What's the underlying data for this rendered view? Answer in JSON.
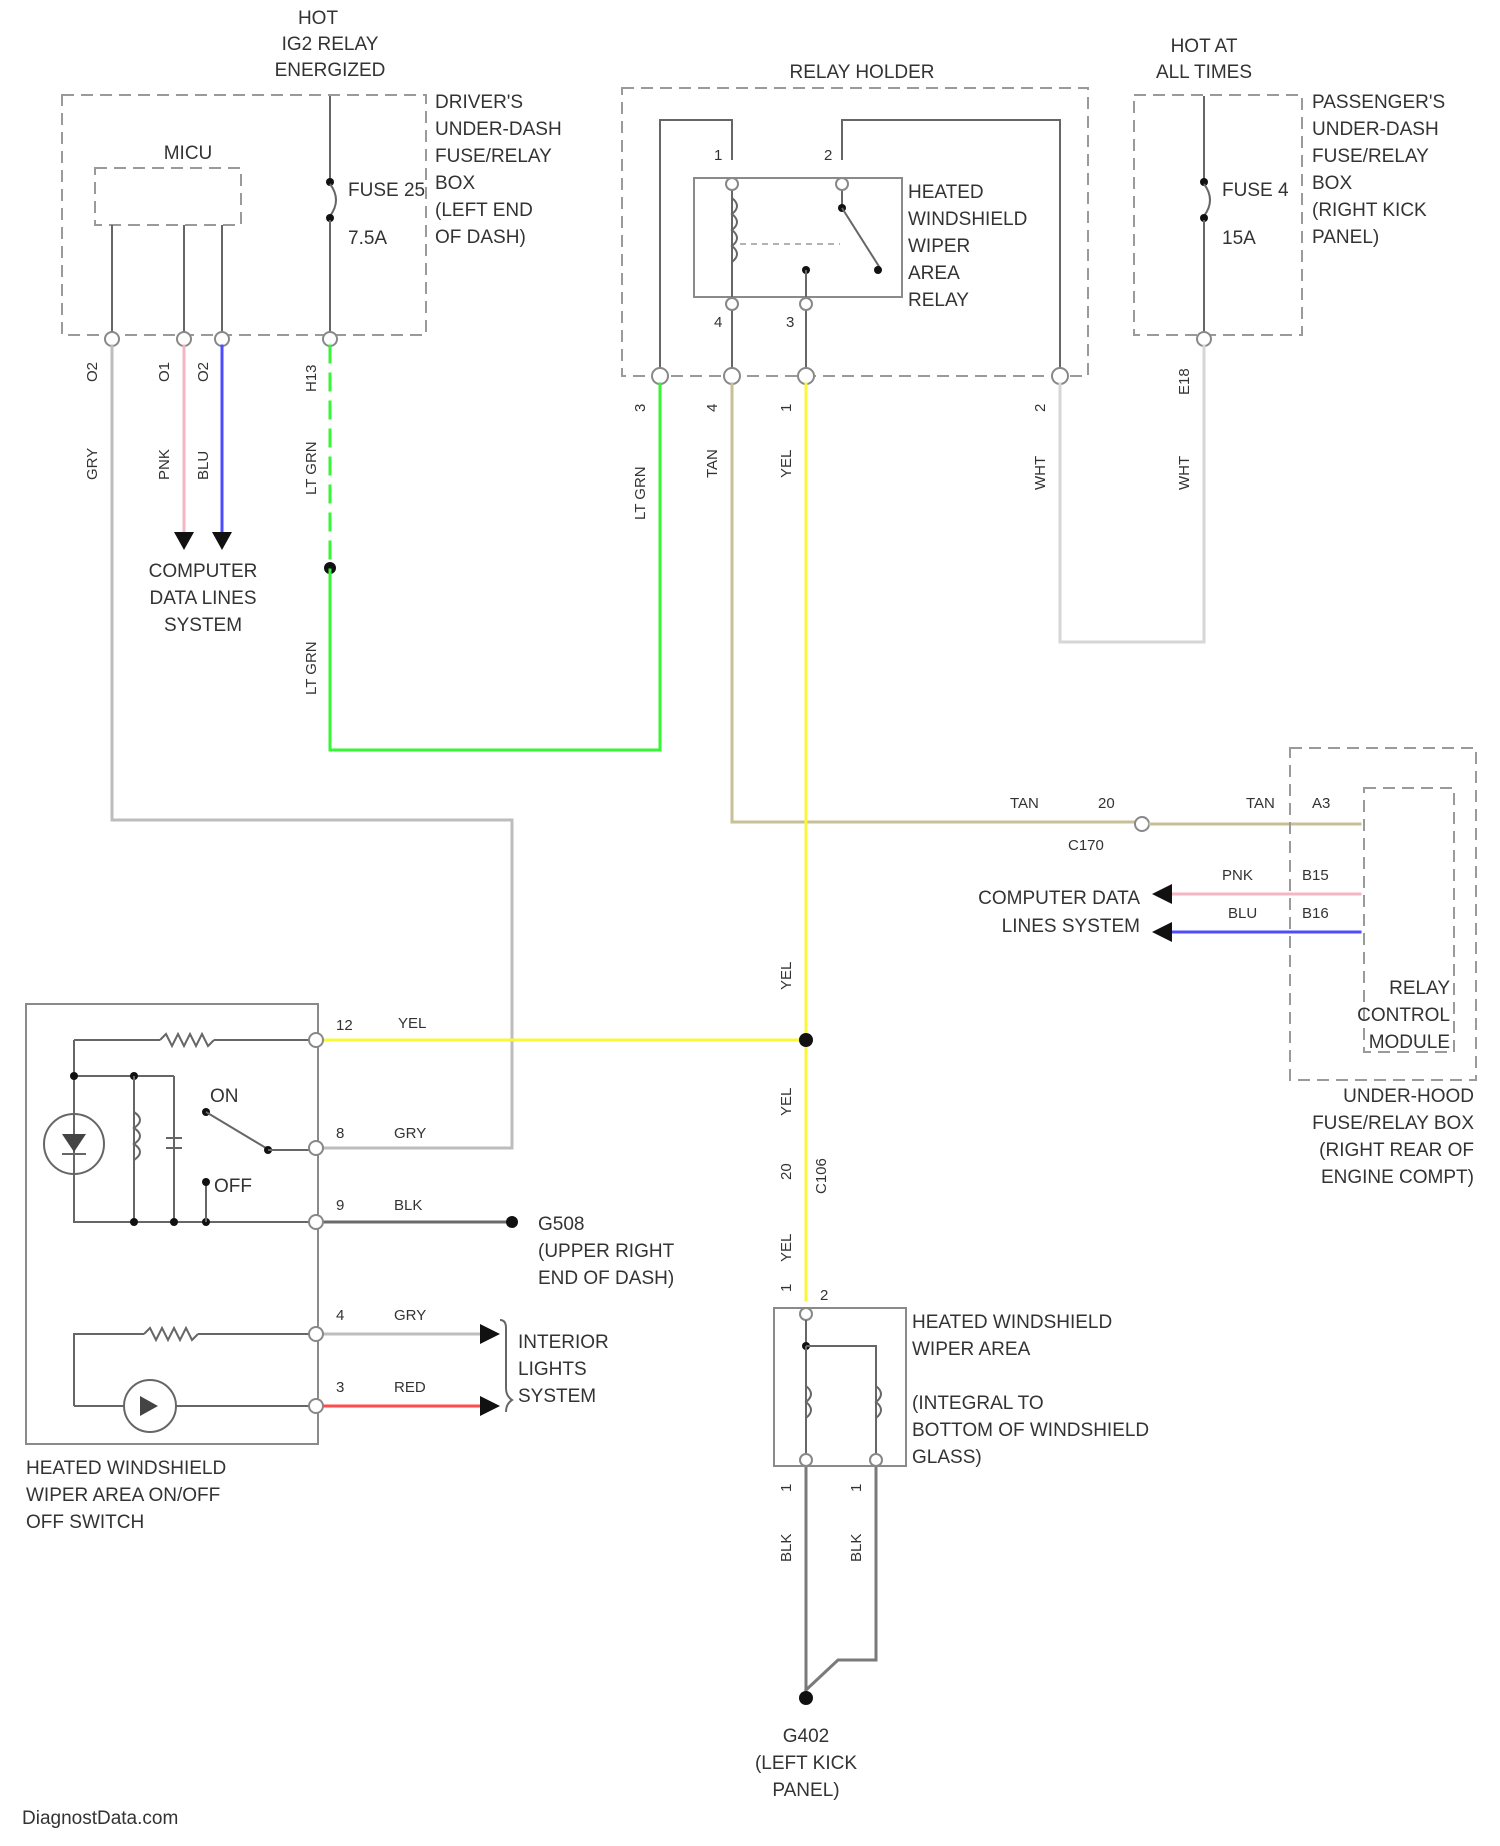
{
  "colors": {
    "gray": "#b9b9b9",
    "pink": "#f4b6c2",
    "blue": "#4d4dff",
    "green": "#35f535",
    "yellow": "#f8f838",
    "tan": "#c7bf96",
    "red": "#ff4b4b",
    "black": "#5a5a5a",
    "white": "#d6d6d6"
  },
  "labels": {
    "hot_line1": "HOT",
    "hot_line2": "IG2 RELAY",
    "hot_line3": "ENERGIZED",
    "micu": "MICU",
    "fuse_left": "FUSE 25",
    "fuse_left_amp": "7.5A",
    "box_left_1": "DRIVER'S",
    "box_left_2": "UNDER-DASH",
    "box_left_3": "FUSE/RELAY",
    "box_left_4": "BOX",
    "box_left_5": "(LEFT END",
    "box_left_6": "OF DASH)",
    "relay_holder": "RELAY HOLDER",
    "relay_1": "HEATED",
    "relay_2": "WINDSHIELD",
    "relay_3": "WIPER",
    "relay_4": "AREA",
    "relay_5": "RELAY",
    "hot_at_1": "HOT AT",
    "hot_at_2": "ALL TIMES",
    "fuse_right": "FUSE 4",
    "fuse_right_amp": "15A",
    "box_right_1": "PASSENGER'S",
    "box_right_2": "UNDER-DASH",
    "box_right_3": "FUSE/RELAY",
    "box_right_4": "BOX",
    "box_right_5": "(RIGHT KICK",
    "box_right_6": "PANEL)",
    "cdl_1": "COMPUTER",
    "cdl_2": "DATA LINES",
    "cdl_3": "SYSTEM",
    "cdl_right_1": "COMPUTER DATA",
    "cdl_right_2": "LINES SYSTEM",
    "rcm_1": "RELAY",
    "rcm_2": "CONTROL",
    "rcm_3": "MODULE",
    "uh_1": "UNDER-HOOD",
    "uh_2": "FUSE/RELAY BOX",
    "uh_3": "(RIGHT REAR OF",
    "uh_4": "ENGINE COMPT)",
    "on": "ON",
    "off": "OFF",
    "g508_1": "G508",
    "g508_2": "(UPPER RIGHT",
    "g508_3": "END OF DASH)",
    "il_1": "INTERIOR",
    "il_2": "LIGHTS",
    "il_3": "SYSTEM",
    "sw_1": "HEATED WINDSHIELD",
    "sw_2": "WIPER AREA ON/OFF",
    "sw_3": "OFF SWITCH",
    "hw_1": "HEATED WINDSHIELD",
    "hw_2": "WIPER AREA",
    "hw_3": "(INTEGRAL TO",
    "hw_4": "BOTTOM OF WINDSHIELD",
    "hw_5": "GLASS)",
    "g402_1": "G402",
    "g402_2": "(LEFT KICK",
    "g402_3": "PANEL)",
    "c170": "C170",
    "c106": "C106",
    "watermark": "DiagnostData.com"
  },
  "wire_colors": {
    "gry": "GRY",
    "pnk": "PNK",
    "blu": "BLU",
    "lt_grn": "LT GRN",
    "tan": "TAN",
    "yel": "YEL",
    "wht": "WHT",
    "blk": "BLK",
    "red": "RED"
  },
  "pins": {
    "micu_a": "O2",
    "micu_b": "O1",
    "micu_c": "O2",
    "fuse_l": "H13",
    "relay_lg": "3",
    "relay_tan": "4",
    "relay_yel": "1",
    "relay_wht": "2",
    "fuse_r": "E18",
    "c170": "20",
    "rcm_a": "A3",
    "rcm_b1": "B15",
    "rcm_b2": "B16",
    "sw_12": "12",
    "sw_8": "8",
    "sw_9": "9",
    "sw_4": "4",
    "sw_3": "3",
    "c106": "20",
    "hw_1": "1",
    "hw_2": "2",
    "hw_g": "1",
    "rh_1": "1",
    "rh_2": "2",
    "rh_3": "3",
    "rh_4": "4"
  }
}
